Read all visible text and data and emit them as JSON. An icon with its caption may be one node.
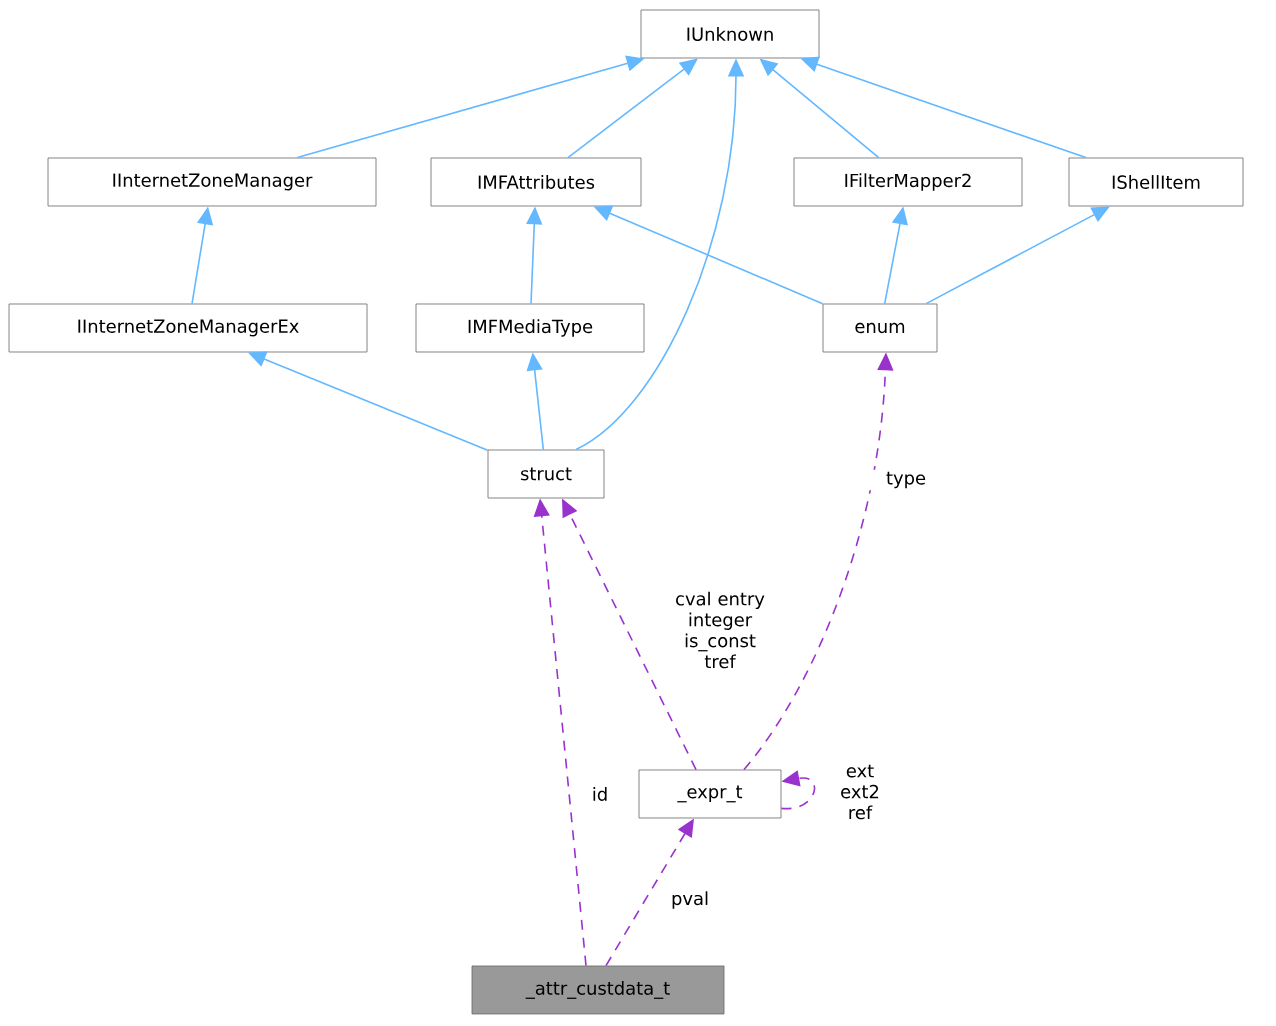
{
  "diagram": {
    "nodes": [
      {
        "text": [
          "IUnknown"
        ]
      },
      {
        "text": [
          "IInternetZoneManager"
        ]
      },
      {
        "text": [
          "IMFAttributes"
        ]
      },
      {
        "text": [
          "IFilterMapper2"
        ]
      },
      {
        "text": [
          "IShellItem"
        ]
      },
      {
        "text": [
          "IInternetZoneManagerEx"
        ]
      },
      {
        "text": [
          "IMFMediaType"
        ]
      },
      {
        "text": [
          "enum"
        ]
      },
      {
        "text": [
          "struct"
        ]
      },
      {
        "text": [
          "_expr_t"
        ]
      },
      {
        "text": [
          "_attr_custdata_t"
        ]
      }
    ],
    "edges": [
      {
        "from": 1,
        "to": 0,
        "arrow": "to"
      },
      {
        "from": 2,
        "to": 0,
        "arrow": "to"
      },
      {
        "from": 8,
        "to": 0,
        "arrow": "to"
      },
      {
        "from": 3,
        "to": 0,
        "arrow": "to"
      },
      {
        "from": 4,
        "to": 0,
        "arrow": "to"
      },
      {
        "from": 5,
        "to": 1,
        "arrow": "to"
      },
      {
        "from": 6,
        "to": 2,
        "arrow": "to"
      },
      {
        "from": 8,
        "to": 5,
        "arrow": "to"
      },
      {
        "from": 8,
        "to": 6,
        "arrow": "to"
      },
      {
        "from": 7,
        "to": 2,
        "arrow": "to"
      },
      {
        "from": 7,
        "to": 3,
        "arrow": "to"
      },
      {
        "from": 7,
        "to": 4,
        "arrow": "to"
      },
      {
        "from": 9,
        "to": 8,
        "arrow": "to",
        "label": "cval entry integer is_const tref",
        "style": "dashed",
        "color": "#9a32cd"
      },
      {
        "from": 9,
        "to": 7,
        "arrow": "to",
        "label": "type",
        "style": "dashed",
        "color": "#9a32cd"
      },
      {
        "from": 9,
        "to": 9,
        "arrow": "to",
        "label": "ext ext2 ref",
        "style": "dashed",
        "color": "#9a32cd"
      },
      {
        "from": 10,
        "to": 8,
        "arrow": "to",
        "label": "id",
        "style": "dashed",
        "color": "#9a32cd"
      },
      {
        "from": 10,
        "to": 9,
        "arrow": "to",
        "label": "pval",
        "style": "dashed",
        "color": "#9a32cd"
      }
    ]
  }
}
